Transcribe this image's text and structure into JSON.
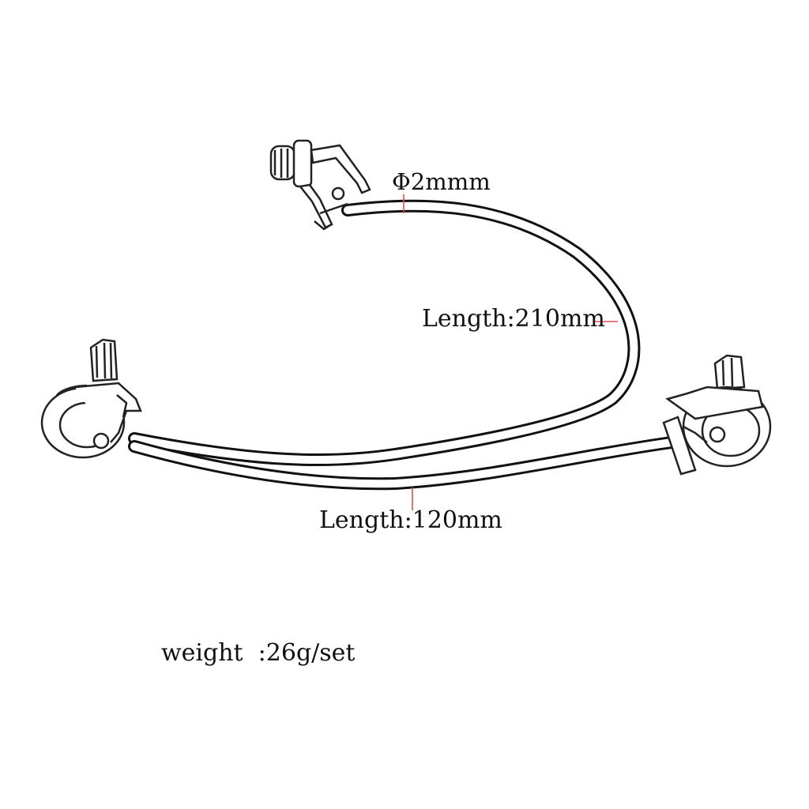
{
  "labels": {
    "diameter": "Φ2mmm",
    "length_long": "Length:210mm",
    "length_short": "Length:120mm",
    "weight": "weight  :26g/set"
  },
  "colors": {
    "background": "#ffffff",
    "wire_outline": "#111111",
    "wire_fill": "#ffffff",
    "callout": "#e05050",
    "sketch": "#222222"
  },
  "parts": [
    "output-jack",
    "left-potentiometer",
    "right-potentiometer"
  ]
}
